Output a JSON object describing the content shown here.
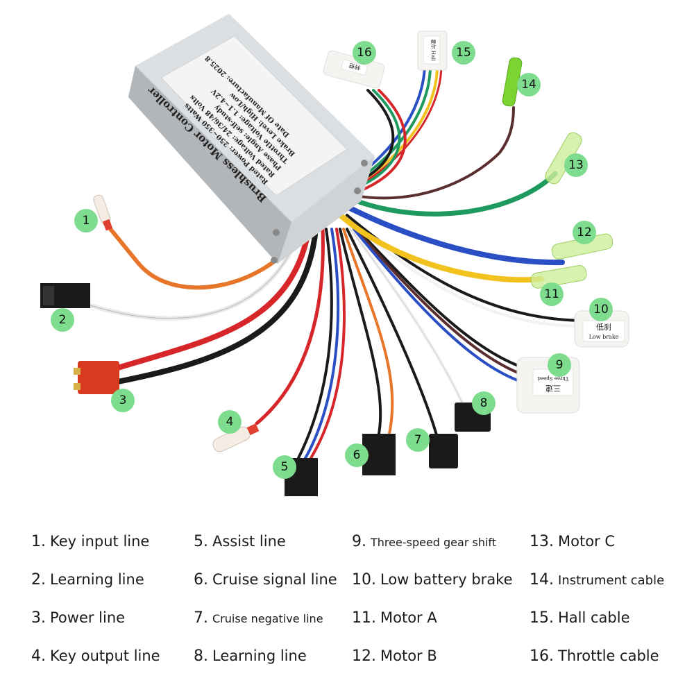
{
  "controller": {
    "title": "Brushless Motor Controller",
    "specs": [
      "Rated Power: 250~350 Watts",
      "Rated Voltage: 24/36/48 Volts",
      "Phase Angle: self-study",
      "Throttle Voltage: 1.1~4.2V",
      "Brake Level: High/Low",
      "Date Of Manufacture: 2025.8"
    ]
  },
  "connector_labels": {
    "hall": "霍尔 Hall",
    "throttle": "转把",
    "low_brake_cn": "低刹",
    "low_brake_en": "Low brake",
    "three_speed_cn": "三速",
    "three_speed_en": "Three Speed"
  },
  "badges": [
    "1",
    "2",
    "3",
    "4",
    "5",
    "6",
    "7",
    "8",
    "9",
    "10",
    "11",
    "12",
    "13",
    "14",
    "15",
    "16"
  ],
  "badge_color": "#7ddc8d",
  "legend": [
    {
      "num": "1.",
      "text": "Key input line"
    },
    {
      "num": "2.",
      "text": "Learning line"
    },
    {
      "num": "3.",
      "text": "Power line"
    },
    {
      "num": "4.",
      "text": "Key output line"
    },
    {
      "num": "5.",
      "text": "Assist line"
    },
    {
      "num": "6.",
      "text": "Cruise signal line"
    },
    {
      "num": "7.",
      "text": "Cruise negative line"
    },
    {
      "num": "8.",
      "text": "Learning line"
    },
    {
      "num": "9.",
      "text": "Three-speed gear shift"
    },
    {
      "num": "10.",
      "text": "Low battery brake"
    },
    {
      "num": "11.",
      "text": "Motor A"
    },
    {
      "num": "12.",
      "text": "Motor B"
    },
    {
      "num": "13.",
      "text": "Motor C"
    },
    {
      "num": "14.",
      "text": "Instrument cable"
    },
    {
      "num": "15.",
      "text": "Hall cable"
    },
    {
      "num": "16.",
      "text": "Throttle cable"
    }
  ]
}
